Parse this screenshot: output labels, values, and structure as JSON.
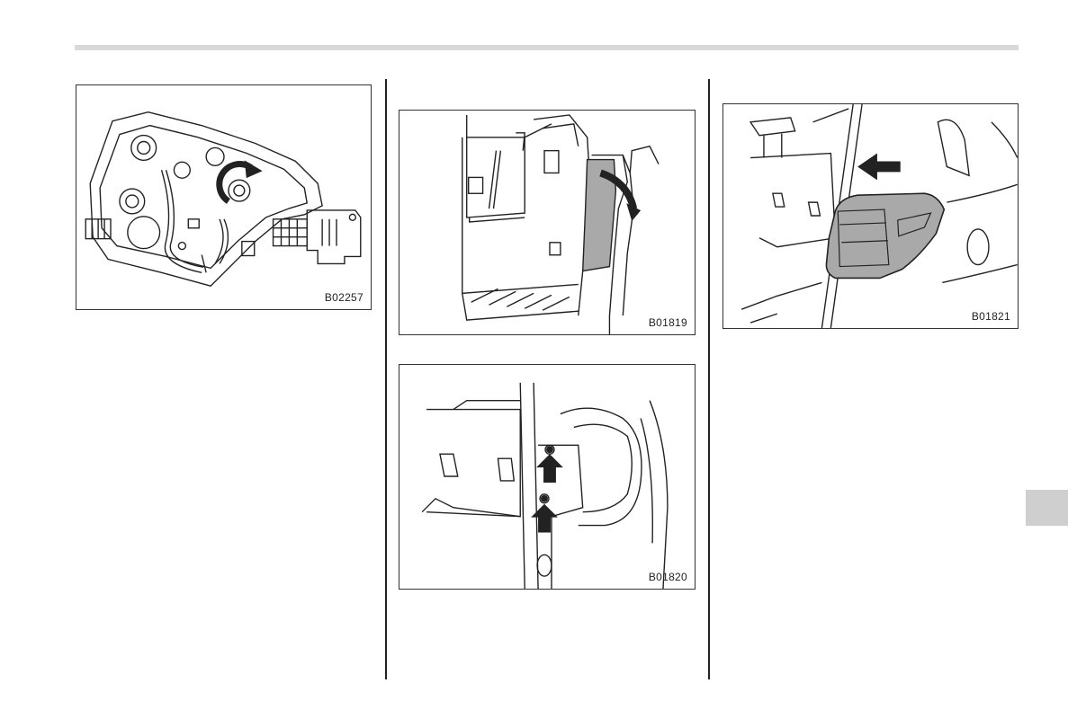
{
  "figures": [
    {
      "code": "B02257"
    },
    {
      "code": "B01819"
    },
    {
      "code": "B01820"
    },
    {
      "code": "B01821"
    }
  ],
  "colors": {
    "line": "#222222",
    "accent_gray": "#a9a9a9",
    "rule": "#d9d9d9",
    "tab": "#cfcfcf"
  }
}
